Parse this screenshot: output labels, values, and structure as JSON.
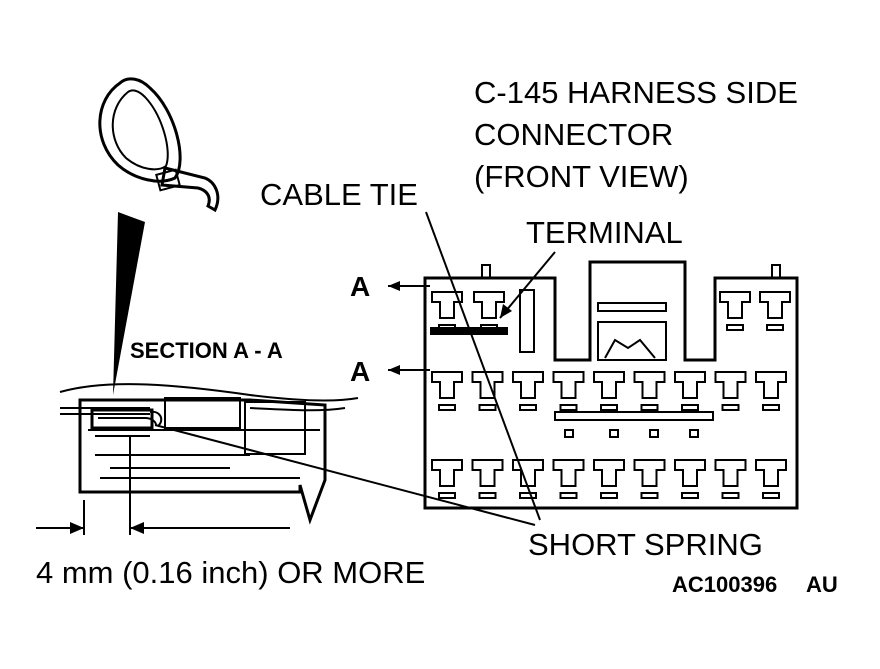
{
  "labels": {
    "connector_line1": "C-145 HARNESS SIDE",
    "connector_line2": "CONNECTOR",
    "connector_line3": "(FRONT VIEW)",
    "cable_tie": "CABLE TIE",
    "terminal": "TERMINAL",
    "section_marker_top": "A",
    "section_marker_bottom": "A",
    "section_title": "SECTION A - A",
    "short_spring": "SHORT SPRING",
    "dimension": "4 mm (0.16 inch) OR MORE",
    "figure_code": "AC100396",
    "figure_suffix": "AU"
  },
  "colors": {
    "ink": "#000000",
    "paper": "#ffffff"
  }
}
